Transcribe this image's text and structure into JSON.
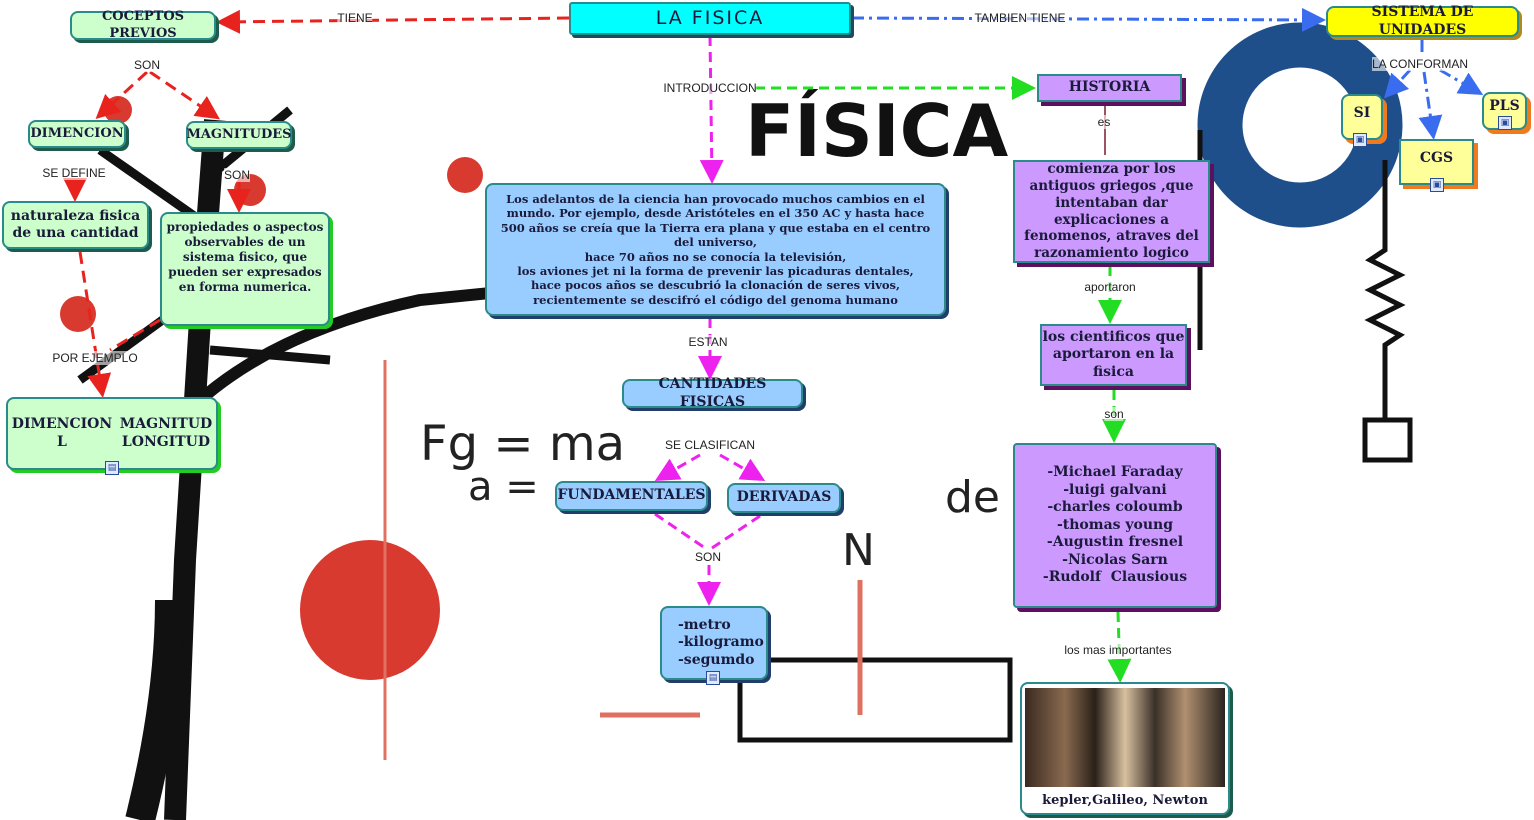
{
  "title": "LA FISICA",
  "nodes": {
    "conceptos": "COCEPTOS PREVIOS",
    "sistema": "SISTEMA DE UNIDADES",
    "historia": "HISTORIA",
    "dimencion": "DIMENCION",
    "magnitudes": "MAGNITUDES",
    "naturaleza": "naturaleza fisica de una cantidad",
    "propiedades": "propiedades o aspectos observables de un sistema fisico, que pueden ser expresados en forma numerica.",
    "ejemplo_left": "DIMENCION\nL",
    "ejemplo_right": "MAGNITUD\nLONGITUD",
    "intro": "Los adelantos de la ciencia han provocado muchos cambios en el mundo. Por ejemplo, desde Aristóteles en el 350 AC y hasta hace 500 años se creía que la Tierra era plana y que estaba en el centro del universo,\nhace 70 años no se conocía la televisión,\nlos aviones jet ni la forma de prevenir las picaduras dentales,\nhace pocos años se descubrió la clonación de seres vivos, recientemente se descifró el código del genoma humano",
    "cantidades": "CANTIDADES FISICAS",
    "fundamentales": "FUNDAMENTALES",
    "derivadas": "DERIVADAS",
    "unidades": "-metro\n-kilogramo\n-segumdo",
    "comienza": "comienza por los antiguos griegos ,que intentaban dar explicaciones a fenomenos, atraves del razonamiento logico",
    "cientificos": "los cientificos que aportaron en la fisica",
    "nombres": "-Michael Faraday\n-luigi galvani\n-charles coloumb\n-thomas young\n-Augustin fresnel\n-Nicolas Sarn\n-Rudolf  Clausious",
    "retrato": "kepler,Galileo, Newton",
    "si": "SI",
    "cgs": "CGS",
    "pls": "PLS"
  },
  "links": {
    "tiene": "TIENE",
    "tambien": "TAMBIEN TIENE",
    "intro": "INTRODUCCION",
    "conforman": "LA CONFORMAN",
    "son1": "SON",
    "define": "SE DEFINE",
    "son2": "SON",
    "ejemplo": "POR EJEMPLO",
    "es": "es",
    "aportaron": "aportaron",
    "estan": "ESTAN",
    "clasifican": "SE CLASIFICAN",
    "son3": "son",
    "son4": "SON",
    "importantes": "los mas importantes"
  },
  "background": {
    "headline": "FÍSICA",
    "formula1": "Fg = ma",
    "formula2": "a =",
    "n": "N",
    "de": "de"
  }
}
